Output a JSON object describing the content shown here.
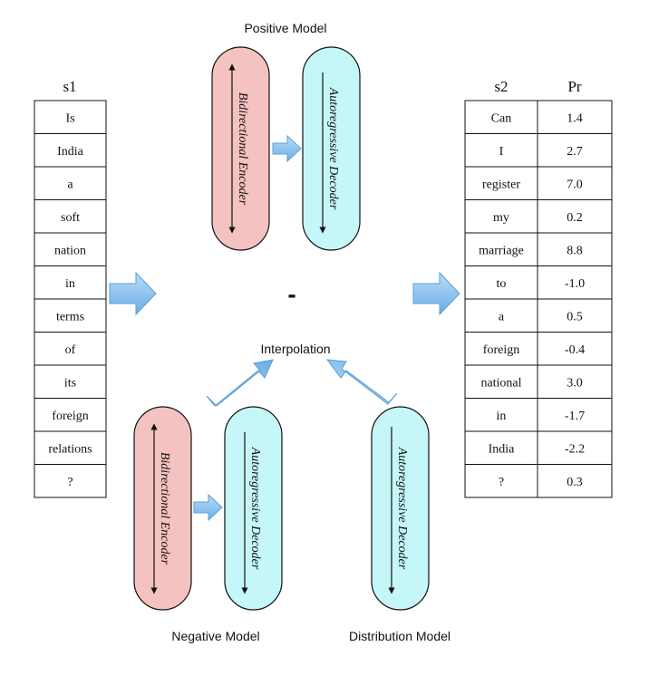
{
  "colors": {
    "encoder_fill": "#f4c2c0",
    "decoder_fill": "#c6f7f8",
    "arrow_fill_light": "#a9d3f4",
    "arrow_fill_dark": "#5ea6e3",
    "arrow_stroke": "#5a9fd8",
    "line": "#111111"
  },
  "s1": {
    "header": "s1",
    "tokens": [
      "Is",
      "India",
      "a",
      "soft",
      "nation",
      "in",
      "terms",
      "of",
      "its",
      "foreign",
      "relations",
      "?"
    ]
  },
  "s2": {
    "header_tokens": "s2",
    "header_pr": "Pr",
    "rows": [
      {
        "token": "Can",
        "pr": "1.4"
      },
      {
        "token": "I",
        "pr": "2.7"
      },
      {
        "token": "register",
        "pr": "7.0"
      },
      {
        "token": "my",
        "pr": "0.2"
      },
      {
        "token": "marriage",
        "pr": "8.8"
      },
      {
        "token": "to",
        "pr": "-1.0"
      },
      {
        "token": "a",
        "pr": "0.5"
      },
      {
        "token": "foreign",
        "pr": "-0.4"
      },
      {
        "token": "national",
        "pr": "3.0"
      },
      {
        "token": "in",
        "pr": "-1.7"
      },
      {
        "token": "India",
        "pr": "-2.2"
      },
      {
        "token": "?",
        "pr": "0.3"
      }
    ]
  },
  "models": {
    "positive": {
      "title": "Positive Model",
      "encoder": "Bidirectional Encoder",
      "decoder": "Autoregressive Decoder"
    },
    "negative": {
      "title": "Negative Model",
      "encoder": "Bidirectional Encoder",
      "decoder": "Autoregressive Decoder"
    },
    "distribution": {
      "title": "Distribution Model",
      "decoder": "Autoregressive Decoder"
    }
  },
  "operators": {
    "minus": "-",
    "interpolation": "Interpolation"
  }
}
